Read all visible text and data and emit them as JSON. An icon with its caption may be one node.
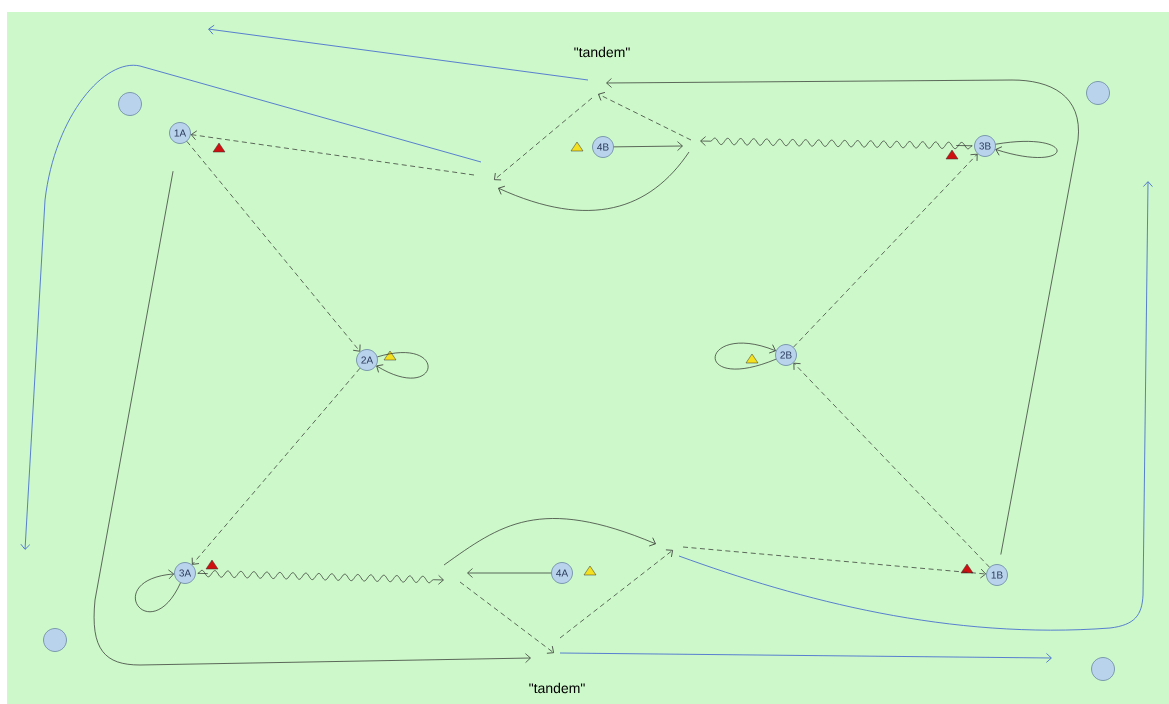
{
  "diagram": {
    "nodes": [
      {
        "text": [
          "1A"
        ]
      },
      {
        "text": [
          "2A"
        ]
      },
      {
        "text": [
          "3A"
        ]
      },
      {
        "text": [
          "4A"
        ]
      },
      {
        "text": [
          "1B"
        ]
      },
      {
        "text": [
          "2B"
        ]
      },
      {
        "text": [
          "3B"
        ]
      },
      {
        "text": [
          "4B"
        ]
      },
      {
        "text": [],
        "shape": "circle"
      },
      {
        "text": [],
        "shape": "circle"
      },
      {
        "text": [],
        "shape": "circle"
      },
      {
        "text": [],
        "shape": "circle"
      }
    ],
    "edges": [
      {
        "from": 0,
        "to": 1,
        "arrow": "to",
        "style": "dashed"
      },
      {
        "from": 1,
        "to": 2,
        "arrow": "to",
        "style": "dashed"
      },
      {
        "from": 4,
        "to": 5,
        "arrow": "to",
        "style": "dashed"
      },
      {
        "from": 5,
        "to": 6,
        "arrow": "to",
        "style": "dashed"
      },
      {
        "from": null,
        "to": 0,
        "arrow": "to",
        "style": "dashed"
      },
      {
        "from": null,
        "to": 4,
        "arrow": "to",
        "style": "dashed"
      },
      {
        "from": 0,
        "to": null,
        "arrow": "to"
      },
      {
        "from": 4,
        "to": null,
        "arrow": "to"
      },
      {
        "from": 2,
        "to": null,
        "arrow": "to"
      },
      {
        "from": 6,
        "to": null,
        "arrow": "to"
      },
      {
        "from": 3,
        "to": null,
        "arrow": "to"
      },
      {
        "from": 7,
        "to": null,
        "arrow": "to"
      },
      {
        "from": 1,
        "to": 1,
        "arrow": "to"
      },
      {
        "from": 5,
        "to": 5,
        "arrow": "to"
      },
      {
        "from": 2,
        "to": 2,
        "arrow": "to"
      },
      {
        "from": 6,
        "to": 6,
        "arrow": "to"
      }
    ],
    "labels": [
      "\"tandem\"",
      "\"tandem\""
    ]
  }
}
